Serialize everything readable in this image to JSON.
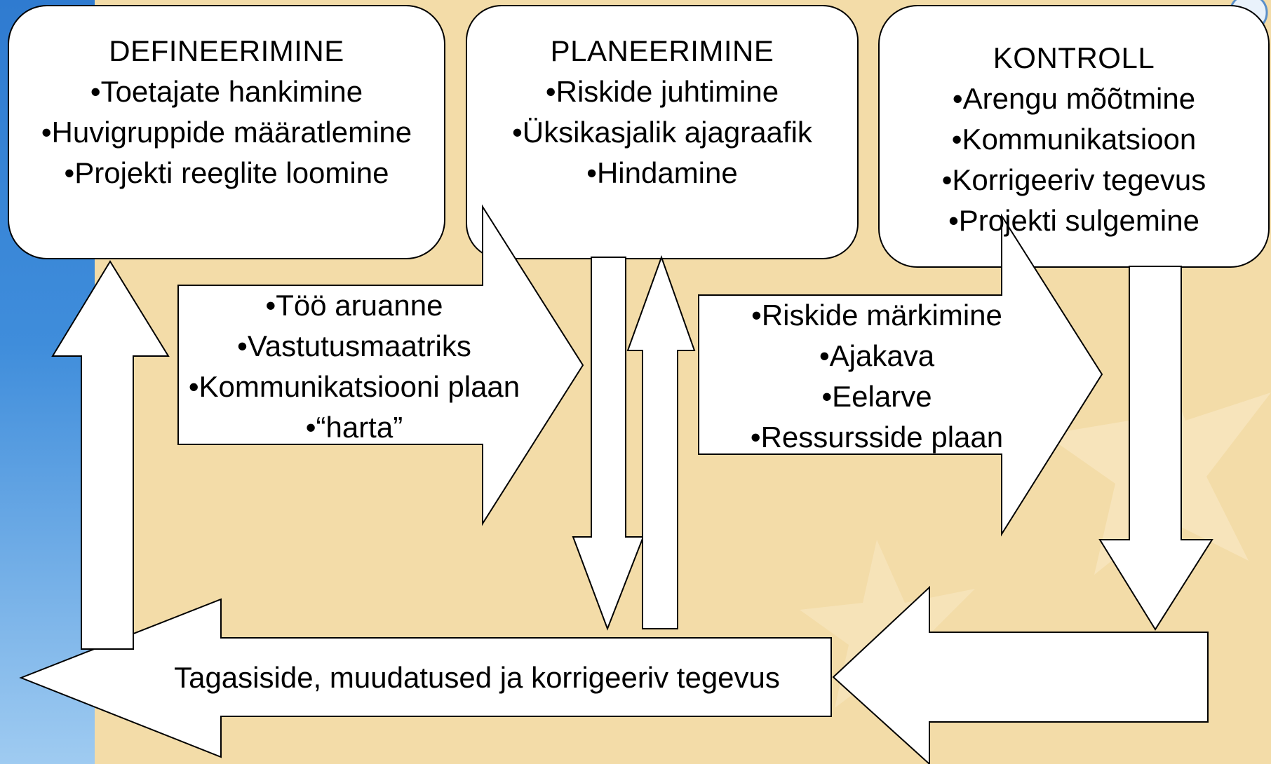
{
  "colors": {
    "background": "#f3dca8",
    "left_band_dark": "#2f7bd0",
    "left_band_light": "#8cc0ee",
    "shape_fill": "#ffffff",
    "shape_stroke": "#000000"
  },
  "phases": {
    "define": {
      "title": "DEFINEERIMINE",
      "items": [
        "•Toetajate hankimine",
        "•Huvigruppide määratlemine",
        "•Projekti reeglite loomine"
      ]
    },
    "plan": {
      "title": "PLANEERIMINE",
      "items": [
        "•Riskide juhtimine",
        "•Üksikasjalik ajagraafik",
        "•Hindamine"
      ]
    },
    "control": {
      "title": "KONTROLL",
      "items": [
        "•Arengu mõõtmine",
        "•Kommunikatsioon",
        "•Korrigeeriv tegevus",
        "•Projekti sulgemine"
      ]
    }
  },
  "arrows": {
    "define_to_plan": [
      "•Töö aruanne",
      "•Vastutusmaatriks",
      "•Kommunikatsiooni plaan",
      "•“harta”"
    ],
    "plan_to_control": [
      "•Riskide märkimine",
      "•Ajakava",
      "•Eelarve",
      "•Ressursside plaan"
    ],
    "feedback": "Tagasiside, muudatused ja korrigeeriv tegevus"
  }
}
